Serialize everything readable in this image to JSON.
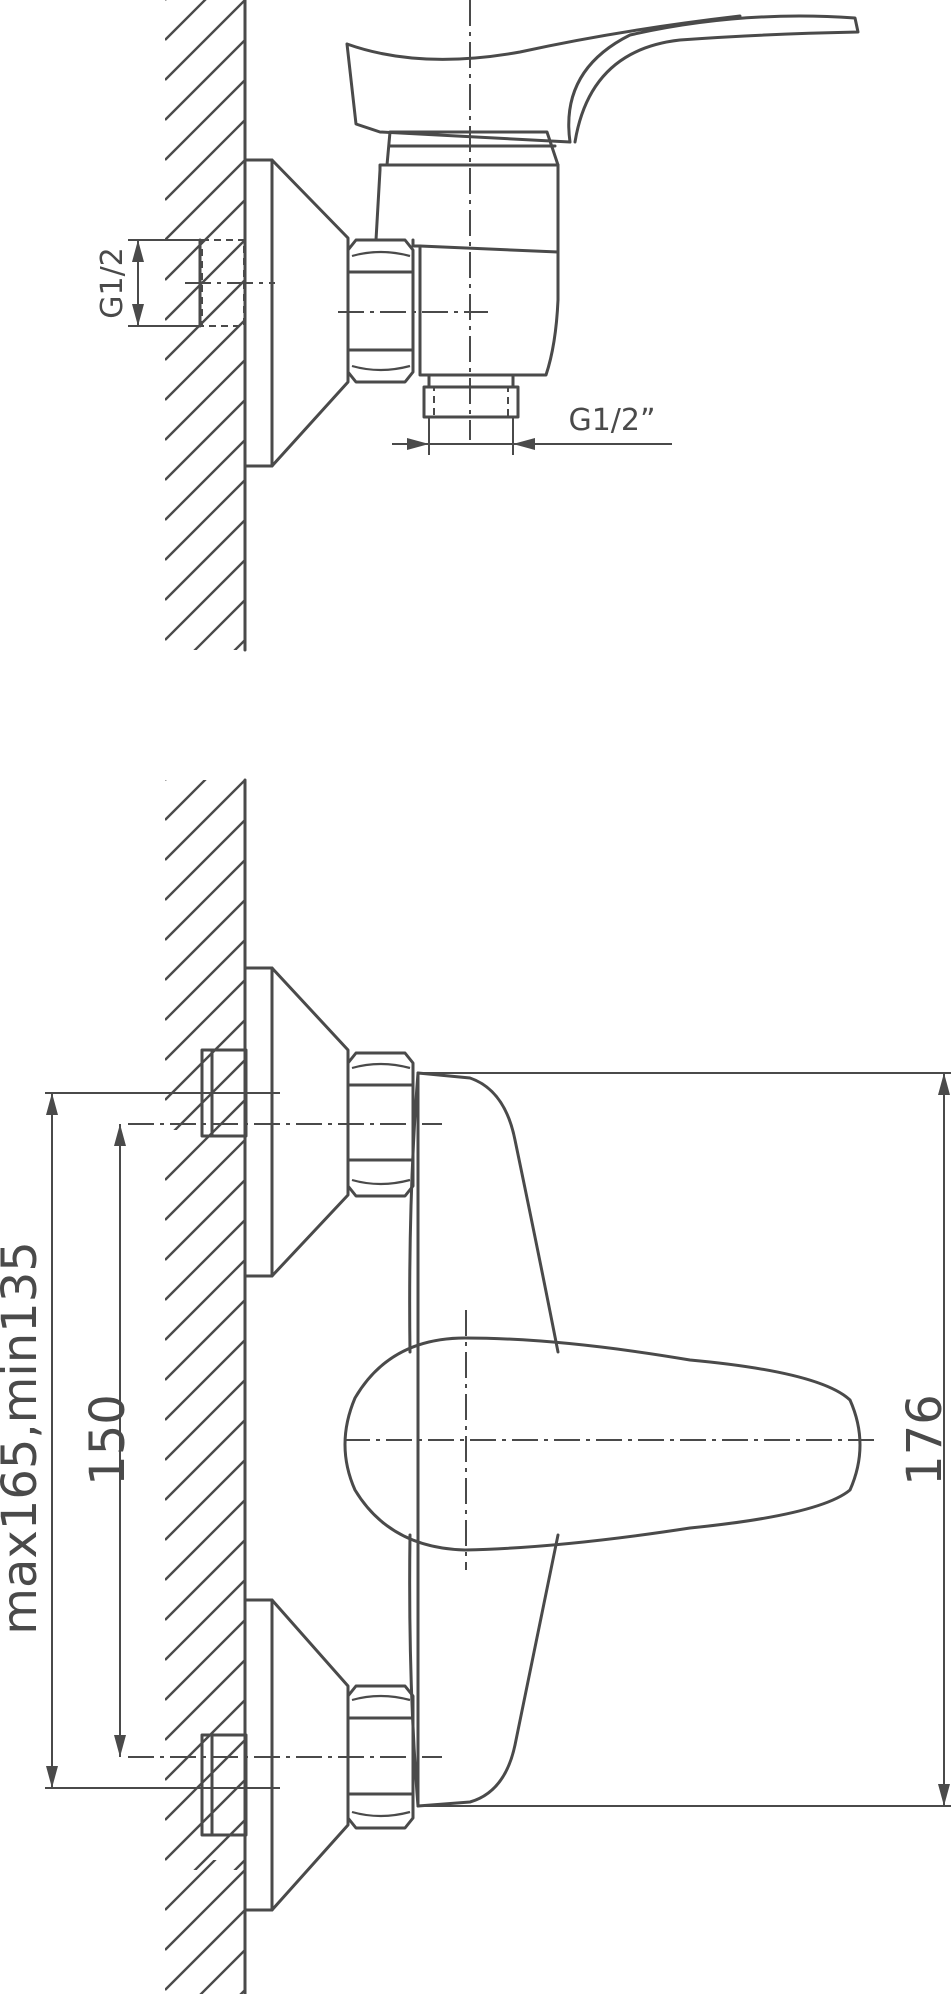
{
  "side_view": {
    "inlet_thread": "G1/2",
    "outlet_thread": "G1/2”"
  },
  "front_view": {
    "height_dimension": "176",
    "inlet_spacing": "150",
    "inlet_range": "max165,min135"
  }
}
